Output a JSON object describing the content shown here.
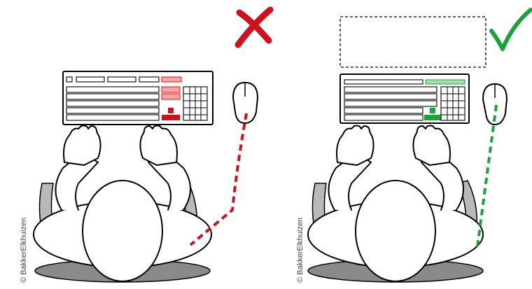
{
  "panels": [
    {
      "id": "wrong",
      "verdict_icon": "cross-icon",
      "copyright": "© BakkerElkhuizen"
    },
    {
      "id": "right",
      "verdict_icon": "check-icon",
      "copyright": "© BakkerElkhuizen"
    }
  ],
  "colors": {
    "wrong": "#d0111b",
    "wrong_light": "#f3a6a6",
    "right": "#1aa33a",
    "right_light": "#a8dcb4",
    "chair": "#b9b9b9",
    "ink": "#000000"
  }
}
